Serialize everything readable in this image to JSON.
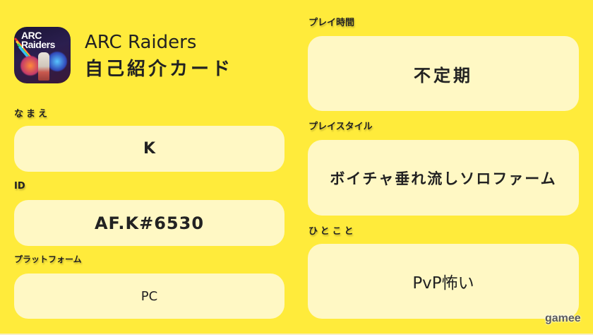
{
  "header": {
    "game_title": "ARC Raiders",
    "card_title": "自己紹介カード",
    "icon_logo_line1": "ARC",
    "icon_logo_line2": "Raiders"
  },
  "left_fields": [
    {
      "label": "なまえ",
      "value": "K"
    },
    {
      "label": "ID",
      "value": "AF.K#6530"
    },
    {
      "label": "プラットフォーム",
      "value": "PC"
    }
  ],
  "right_fields": [
    {
      "label": "プレイ時間",
      "value": "不定期"
    },
    {
      "label": "プレイスタイル",
      "value": "ボイチャ垂れ流しソロファーム"
    },
    {
      "label": "ひとこと",
      "value": "PvP怖い"
    }
  ],
  "watermark": "gamee",
  "colors": {
    "background": "#ffeb3b",
    "box": "#fff8c4",
    "text": "#222222"
  }
}
